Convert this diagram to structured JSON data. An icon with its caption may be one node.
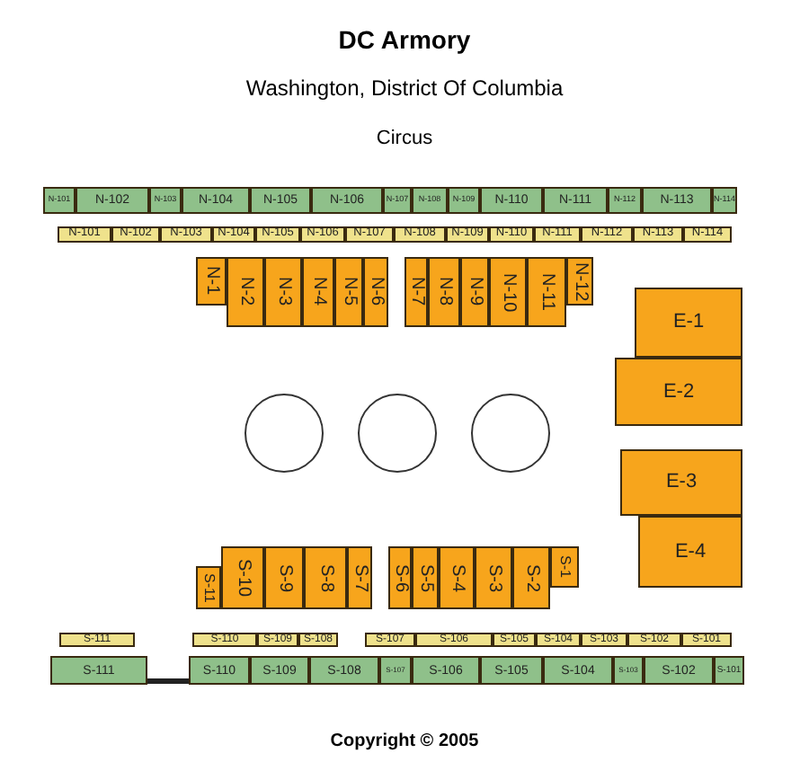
{
  "diagram": {
    "title": "DC Armory",
    "caption": "Copyright © 2005",
    "labels": [
      "Washington, District Of Columbia",
      "Circus"
    ],
    "nodes": [
      {
        "text": [
          "N-101"
        ]
      },
      {
        "text": [
          "N-102"
        ]
      },
      {
        "text": [
          "N-103"
        ]
      },
      {
        "text": [
          "N-104"
        ]
      },
      {
        "text": [
          "N-105"
        ]
      },
      {
        "text": [
          "N-106"
        ]
      },
      {
        "text": [
          "N-107"
        ]
      },
      {
        "text": [
          "N-108"
        ]
      },
      {
        "text": [
          "N-109"
        ]
      },
      {
        "text": [
          "N-110"
        ]
      },
      {
        "text": [
          "N-111"
        ]
      },
      {
        "text": [
          "N-112"
        ]
      },
      {
        "text": [
          "N-113"
        ]
      },
      {
        "text": [
          "N-114"
        ]
      },
      {
        "text": [
          "N-101"
        ]
      },
      {
        "text": [
          "N-102"
        ]
      },
      {
        "text": [
          "N-103"
        ]
      },
      {
        "text": [
          "N-104"
        ]
      },
      {
        "text": [
          "N-105"
        ]
      },
      {
        "text": [
          "N-106"
        ]
      },
      {
        "text": [
          "N-107"
        ]
      },
      {
        "text": [
          "N-108"
        ]
      },
      {
        "text": [
          "N-109"
        ]
      },
      {
        "text": [
          "N-110"
        ]
      },
      {
        "text": [
          "N-111"
        ]
      },
      {
        "text": [
          "N-112"
        ]
      },
      {
        "text": [
          "N-113"
        ]
      },
      {
        "text": [
          "N-114"
        ]
      },
      {
        "text": [
          "N-1"
        ]
      },
      {
        "text": [
          "N-2"
        ]
      },
      {
        "text": [
          "N-3"
        ]
      },
      {
        "text": [
          "N-4"
        ]
      },
      {
        "text": [
          "N-5"
        ]
      },
      {
        "text": [
          "N-6"
        ]
      },
      {
        "text": [
          "N-7"
        ]
      },
      {
        "text": [
          "N-8"
        ]
      },
      {
        "text": [
          "N-9"
        ]
      },
      {
        "text": [
          "N-10"
        ]
      },
      {
        "text": [
          "N-11"
        ]
      },
      {
        "text": [
          "N-12"
        ]
      },
      {
        "text": [
          "E-1"
        ]
      },
      {
        "text": [
          "E-2"
        ]
      },
      {
        "text": [],
        "shape": "circle"
      },
      {
        "text": [],
        "shape": "circle"
      },
      {
        "text": [],
        "shape": "circle"
      },
      {
        "text": [
          "E-3"
        ]
      },
      {
        "text": [
          "E-4"
        ]
      },
      {
        "text": [
          "S-11"
        ]
      },
      {
        "text": [
          "S-10"
        ]
      },
      {
        "text": [
          "S-9"
        ]
      },
      {
        "text": [
          "S-8"
        ]
      },
      {
        "text": [
          "S-7"
        ]
      },
      {
        "text": [
          "S-6"
        ]
      },
      {
        "text": [
          "S-5"
        ]
      },
      {
        "text": [
          "S-4"
        ]
      },
      {
        "text": [
          "S-3"
        ]
      },
      {
        "text": [
          "S-2"
        ]
      },
      {
        "text": [
          "S-1"
        ]
      },
      {
        "text": [
          "S-111"
        ]
      },
      {
        "text": [
          "S-110"
        ]
      },
      {
        "text": [
          "S-109"
        ]
      },
      {
        "text": [
          "S-108"
        ]
      },
      {
        "text": [
          "S-107"
        ]
      },
      {
        "text": [
          "S-106"
        ]
      },
      {
        "text": [
          "S-105"
        ]
      },
      {
        "text": [
          "S-104"
        ]
      },
      {
        "text": [
          "S-103"
        ]
      },
      {
        "text": [
          "S-102"
        ]
      },
      {
        "text": [
          "S-101"
        ]
      },
      {
        "text": [
          "S-111"
        ]
      },
      {
        "text": [
          "S-110"
        ]
      },
      {
        "text": [
          "S-109"
        ]
      },
      {
        "text": [
          "S-108"
        ]
      },
      {
        "text": [
          "S-107"
        ]
      },
      {
        "text": [
          "S-106"
        ]
      },
      {
        "text": [
          "S-105"
        ]
      },
      {
        "text": [
          "S-104"
        ]
      },
      {
        "text": [
          "S-103"
        ]
      },
      {
        "text": [
          "S-102"
        ]
      },
      {
        "text": [
          "S-101"
        ]
      }
    ],
    "edges": [
      {
        "from": 69,
        "to": 70,
        "arrow": "none"
      }
    ]
  }
}
